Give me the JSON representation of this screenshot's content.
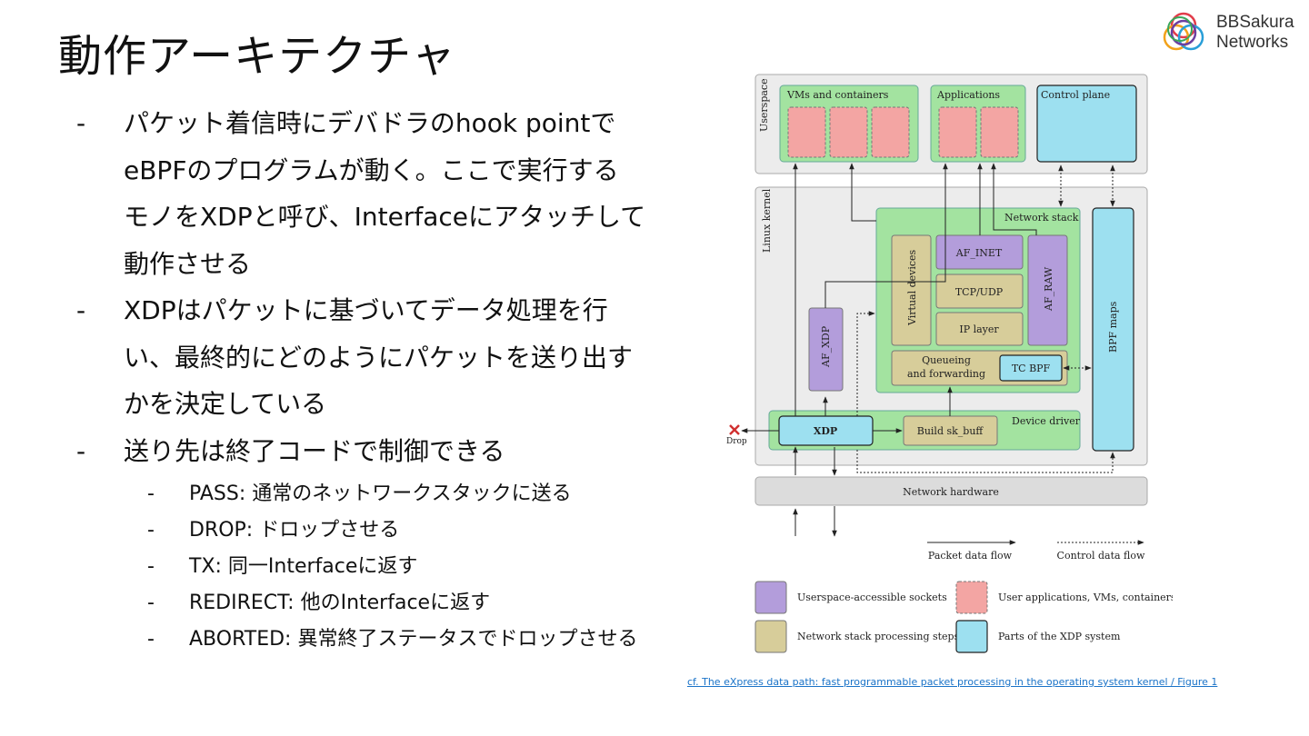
{
  "title": "動作アーキテクチャ",
  "logo": {
    "line1": "BBSakura",
    "line2": "Networks"
  },
  "bullets": [
    {
      "dash": "-",
      "lines": [
        "パケット着信時にデバドラのhook pointで",
        "eBPFのプログラムが動く。ここで実行する",
        "モノをXDPと呼び、Interfaceにアタッチして",
        "動作させる"
      ]
    },
    {
      "dash": "-",
      "lines": [
        "XDPはパケットに基づいてデータ処理を行",
        "い、最終的にどのようにパケットを送り出す",
        "かを決定している"
      ]
    },
    {
      "dash": "-",
      "lines": [
        "送り先は終了コードで制御できる"
      ]
    }
  ],
  "subbullets": [
    {
      "dash": "-",
      "text": "PASS: 通常のネットワークスタックに送る"
    },
    {
      "dash": "-",
      "text": "DROP: ドロップさせる"
    },
    {
      "dash": "-",
      "text": "TX: 同一Interfaceに返す"
    },
    {
      "dash": "-",
      "text": "REDIRECT: 他のInterfaceに返す"
    },
    {
      "dash": "-",
      "text": "ABORTED: 異常終了ステータスでドロップさせる"
    }
  ],
  "diagram": {
    "userspace": "Userspace",
    "vms": "VMs and containers",
    "applications": "Applications",
    "control_plane": "Control plane",
    "linux_kernel": "Linux kernel",
    "network_stack": "Network stack",
    "af_inet": "AF_INET",
    "af_raw": "AF_RAW",
    "tcp_udp": "TCP/UDP",
    "ip_layer": "IP layer",
    "virtual_devices": "Virtual devices",
    "queueing_1": "Queueing",
    "queueing_2": "and forwarding",
    "tc_bpf": "TC BPF",
    "af_xdp": "AF_XDP",
    "bpf_maps": "BPF maps",
    "xdp": "XDP",
    "build_skbuff": "Build sk_buff",
    "device_driver": "Device driver",
    "drop": "Drop",
    "network_hardware": "Network hardware",
    "legend": {
      "packet_flow": "Packet data flow",
      "control_flow": "Control data flow",
      "sockets": "Userspace-accessible sockets",
      "user_apps": "User applications, VMs, containers",
      "stack_steps": "Network stack processing steps",
      "xdp_parts": "Parts of the XDP system"
    },
    "colors": {
      "green": "#a3e3a0",
      "purple": "#b39ddb",
      "khaki": "#d7cd9a",
      "pink": "#f3a5a3",
      "cyan": "#9de0f0",
      "gray": "#e6e6e6",
      "drop_red": "#d03030"
    }
  },
  "citation": "cf. The eXpress data path: fast programmable packet processing in the operating system kernel / Figure 1"
}
